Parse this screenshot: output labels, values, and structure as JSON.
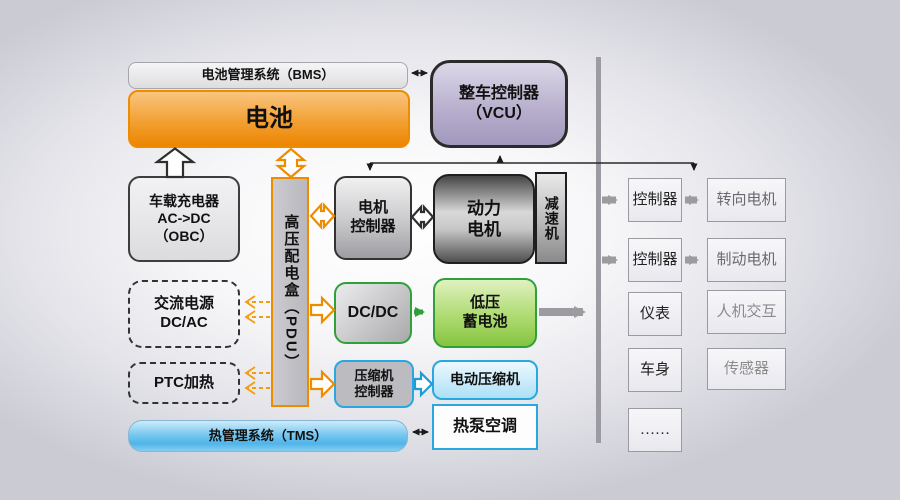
{
  "palette": {
    "c-orange": "#ee8c00",
    "c-green": "#2fa03a",
    "c-blue": "#29a8e0",
    "c-purple": "#a198bd",
    "c-gray-arrow": "#9c9ca0"
  },
  "nodes": {
    "bms": {
      "label": "电池管理系统（BMS）"
    },
    "battery": {
      "label": "电池"
    },
    "vcu": {
      "line1": "整车控制器",
      "line2": "（VCU）"
    },
    "obc": {
      "line1": "车载充电器",
      "line2": "AC->DC",
      "line3": "（OBC）"
    },
    "pdu": {
      "label": "高压配电盒（PDU）"
    },
    "motor_controller": {
      "line1": "电机",
      "line2": "控制器"
    },
    "drive_motor": {
      "line1": "动力",
      "line2": "电机"
    },
    "reducer": {
      "label": "减速机"
    },
    "dcdc": {
      "label": "DC/DC"
    },
    "lv_battery": {
      "line1": "低压",
      "line2": "蓄电池"
    },
    "ac_source": {
      "line1": "交流电源",
      "line2": "DC/AC"
    },
    "ptc": {
      "label": "PTC加热"
    },
    "compressor_controller": {
      "line1": "压缩机",
      "line2": "控制器"
    },
    "e_compressor": {
      "label": "电动压缩机"
    },
    "heat_pump": {
      "label": "热泵空调"
    },
    "tms": {
      "label": "热管理系统（TMS）"
    }
  },
  "right_panel": {
    "controller1": "控制器",
    "steering_motor": "转向电机",
    "controller2": "控制器",
    "braking_motor": "制动电机",
    "instrument": "仪表",
    "hmi": "人机交互",
    "body": "车身",
    "sensor": "传感器",
    "more": "……"
  }
}
